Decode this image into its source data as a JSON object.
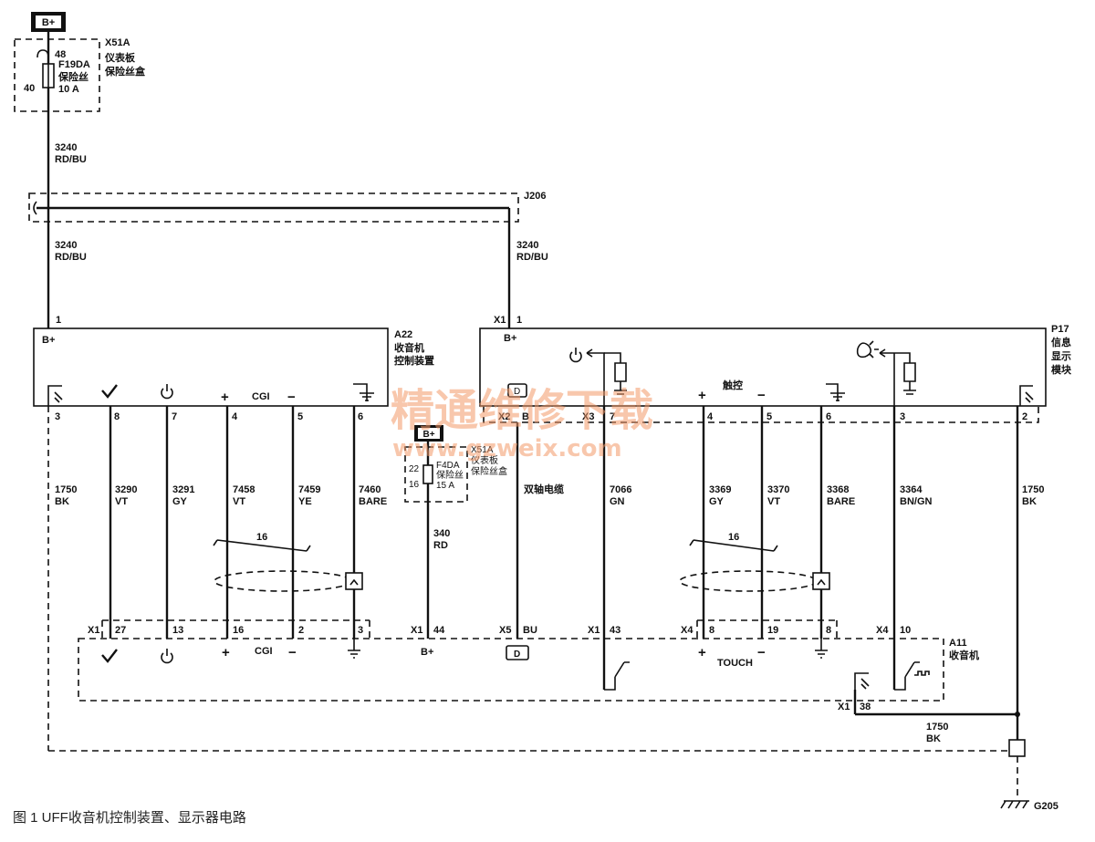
{
  "battery": "B+",
  "fuse_block_1": {
    "name": "X51A",
    "desc_1": "仪表板",
    "desc_2": "保险丝盒",
    "fuse": "F19DA",
    "fuse_desc": "保险丝",
    "rating": "10 A",
    "pin_top": "48",
    "pin_left": "40"
  },
  "fuse_block_2": {
    "b": "B+",
    "name": "X51A",
    "desc_1": "仪表板",
    "desc_2": "保险丝盒",
    "fuse": "F4DA",
    "fuse_desc": "保险丝",
    "rating": "15 A",
    "pin_top": "22",
    "pin_left": "16"
  },
  "wire_top": {
    "num": "3240",
    "color": "RD/BU"
  },
  "splice": "J206",
  "wire_left": {
    "num": "3240",
    "color": "RD/BU"
  },
  "wire_right": {
    "num": "3240",
    "color": "RD/BU"
  },
  "a22": {
    "pin": "1",
    "bplus": "B+",
    "name": "A22",
    "desc_1": "收音机",
    "desc_2": "控制装置",
    "cgi": "CGI",
    "pins": [
      "3",
      "8",
      "7",
      "4",
      "5",
      "6"
    ]
  },
  "p17": {
    "pin": "1",
    "conn": "X1",
    "bplus": "B+",
    "name": "P17",
    "desc_1": "信息",
    "desc_2": "显示",
    "desc_3": "模块",
    "touch": "触控",
    "x2": "X2",
    "x3": "X3",
    "pins": [
      "B",
      "7",
      "4",
      "5",
      "6",
      "3",
      "2"
    ]
  },
  "wires": [
    {
      "num": "1750",
      "color": "BK"
    },
    {
      "num": "3290",
      "color": "VT"
    },
    {
      "num": "3291",
      "color": "GY"
    },
    {
      "num": "7458",
      "color": "VT"
    },
    {
      "num": "7459",
      "color": "YE"
    },
    {
      "num": "7460",
      "color": "BARE"
    },
    {
      "num": "340",
      "color": "RD"
    },
    {
      "num": "双轴电缆",
      "color": ""
    },
    {
      "num": "7066",
      "color": "GN"
    },
    {
      "num": "3369",
      "color": "GY"
    },
    {
      "num": "3370",
      "color": "VT"
    },
    {
      "num": "3368",
      "color": "BARE"
    },
    {
      "num": "3364",
      "color": "BN/GN"
    },
    {
      "num": "1750",
      "color": "BK"
    }
  ],
  "twist_1": "16",
  "twist_2": "16",
  "a11": {
    "name": "A11",
    "desc": "收音机",
    "cgi": "CGI",
    "touch": "TOUCH",
    "bplus": "B+",
    "ground_conn": "X1",
    "ground_pin": "38",
    "conns": [
      {
        "conn": "X1",
        "pins": [
          "27",
          "13",
          "16",
          "2",
          "3"
        ]
      },
      {
        "conn": "X1",
        "pins": [
          "44"
        ]
      },
      {
        "conn": "X5",
        "pins": [
          "BU"
        ]
      },
      {
        "conn": "X1",
        "pins": [
          "43"
        ]
      },
      {
        "conn": "X4",
        "pins": [
          "8",
          "19",
          "8"
        ]
      },
      {
        "conn": "X4",
        "pins": [
          "10"
        ]
      }
    ]
  },
  "bottom_wire": {
    "num": "1750",
    "color": "BK"
  },
  "ground": "G205",
  "watermark_cn": "精通维修下载",
  "watermark_url": "www.gzweix.com",
  "caption": "图 1  UFF收音机控制装置、显示器电路"
}
